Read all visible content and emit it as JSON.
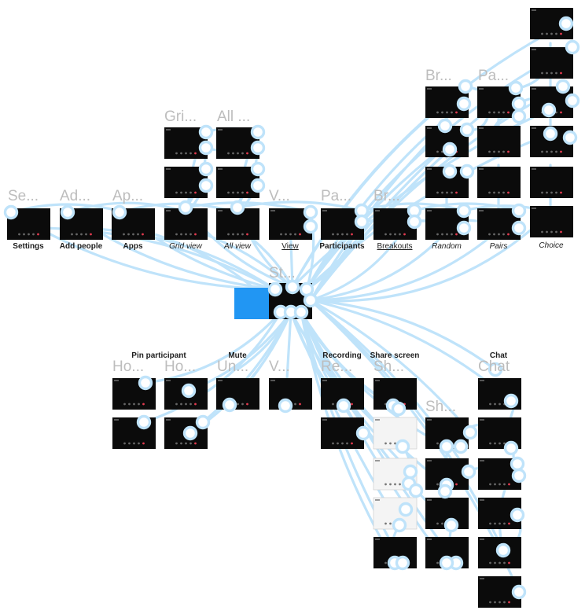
{
  "diagram": {
    "ghost_titles": {
      "settings": "Se...",
      "add_people": "Ad...",
      "apps": "Ap...",
      "grid_view": "Gri...",
      "all_view": "All ...",
      "view": "V...",
      "participants": "Pa...",
      "breakouts": "Br...",
      "breakouts_top": "Br...",
      "pairs_top": "Pa...",
      "start": "St...",
      "hold_1": "Ho...",
      "hold_2": "Ho...",
      "unmute": "Un...",
      "view_2": "V...",
      "recording": "Re...",
      "share_screen": "Sh...",
      "share_screen_2": "Sh...",
      "chat": "Chat"
    },
    "captions": {
      "settings": "Settings",
      "add_people": "Add people",
      "apps": "Apps",
      "grid_view": "Grid view",
      "all_view": "All view",
      "view": "View",
      "participants": "Participants",
      "breakouts": "Breakouts",
      "random": "Random",
      "pairs": "Pairs",
      "choice": "Choice",
      "pin_participant": "Pin participant",
      "mute": "Mute",
      "recording": "Recording",
      "share_screen": "Share screen",
      "chat": "Chat"
    },
    "colors": {
      "edge": "#bfe3fa",
      "thumbnail": "#0b0b0b",
      "start_highlight": "#2196f3",
      "ghost_text": "#bdbdbd",
      "caption_text": "#1e1e1e"
    }
  }
}
